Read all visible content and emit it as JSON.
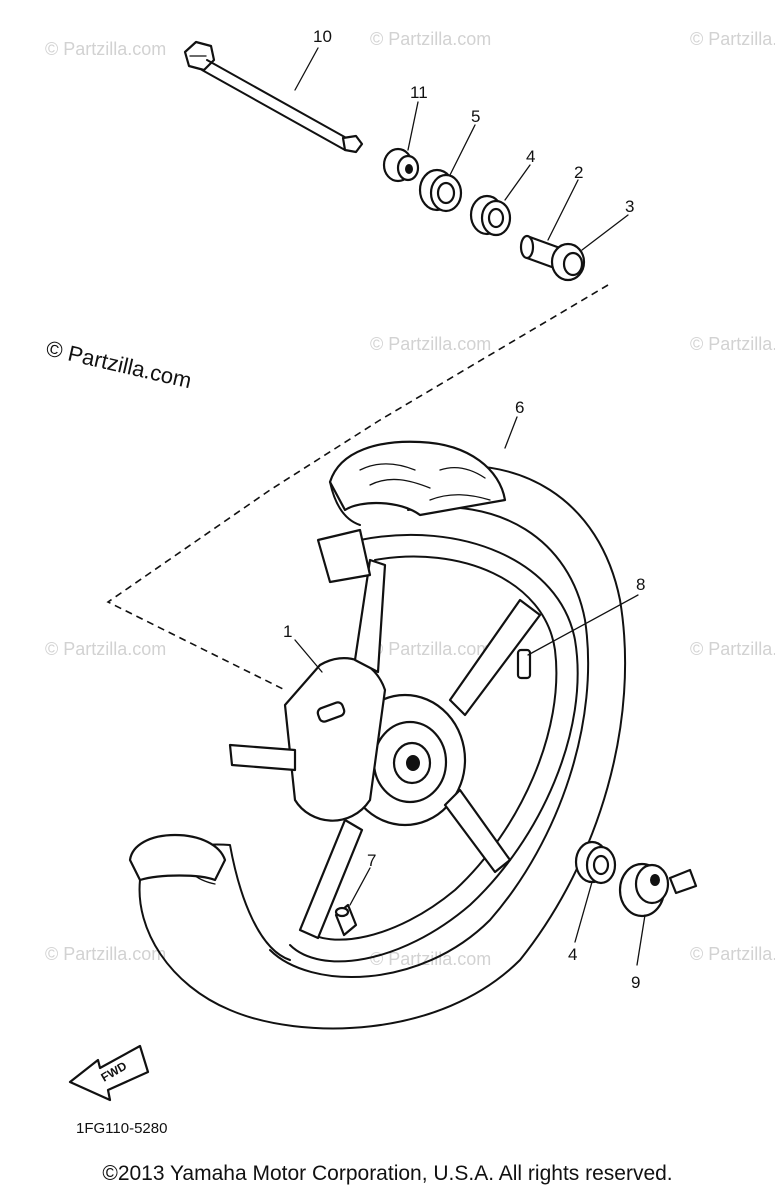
{
  "watermark": {
    "main": "© Partzilla.com",
    "faint": "© Partzilla.com"
  },
  "callouts": {
    "c1": "1",
    "c2": "2",
    "c3": "3",
    "c4a": "4",
    "c4b": "4",
    "c5": "5",
    "c6": "6",
    "c7": "7",
    "c8": "8",
    "c9": "9",
    "c10": "10",
    "c11": "11"
  },
  "fwd_label": "FWD",
  "diagram_code": "1FG110-5280",
  "copyright": "©2013 Yamaha Motor Corporation, U.S.A. All rights reserved."
}
